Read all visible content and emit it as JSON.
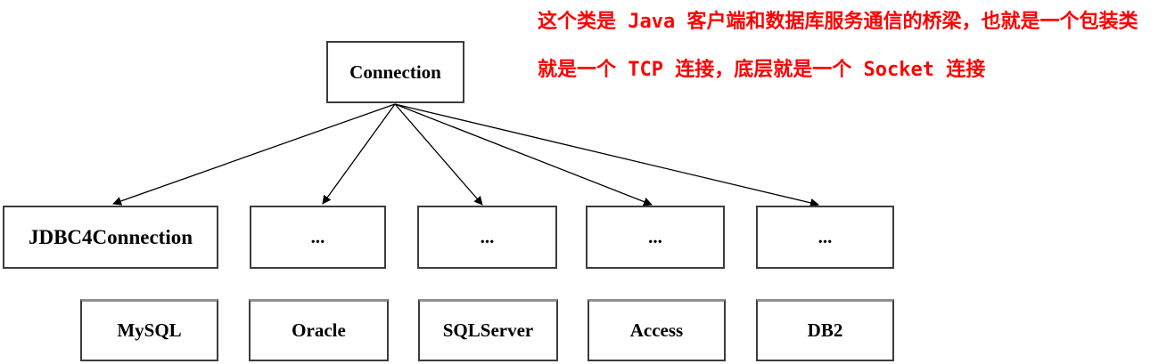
{
  "annotation": {
    "line1": "这个类是 Java 客户端和数据库服务通信的桥梁，也就是一个包装类",
    "line2": "就是一个 TCP 连接，底层就是一个 Socket 连接",
    "color": "#ff0000"
  },
  "diagram": {
    "root": {
      "label": "Connection"
    },
    "middle_row": [
      {
        "label": "JDBC4Connection"
      },
      {
        "label": "..."
      },
      {
        "label": "..."
      },
      {
        "label": "..."
      },
      {
        "label": "..."
      }
    ],
    "bottom_row": [
      {
        "label": "MySQL"
      },
      {
        "label": "Oracle"
      },
      {
        "label": "SQLServer"
      },
      {
        "label": "Access"
      },
      {
        "label": "DB2"
      }
    ]
  },
  "colors": {
    "box_border": "#3c3c3c",
    "box_top_shade": "#8f8f8f",
    "arrow": "#000000",
    "background": "#ffffff"
  }
}
